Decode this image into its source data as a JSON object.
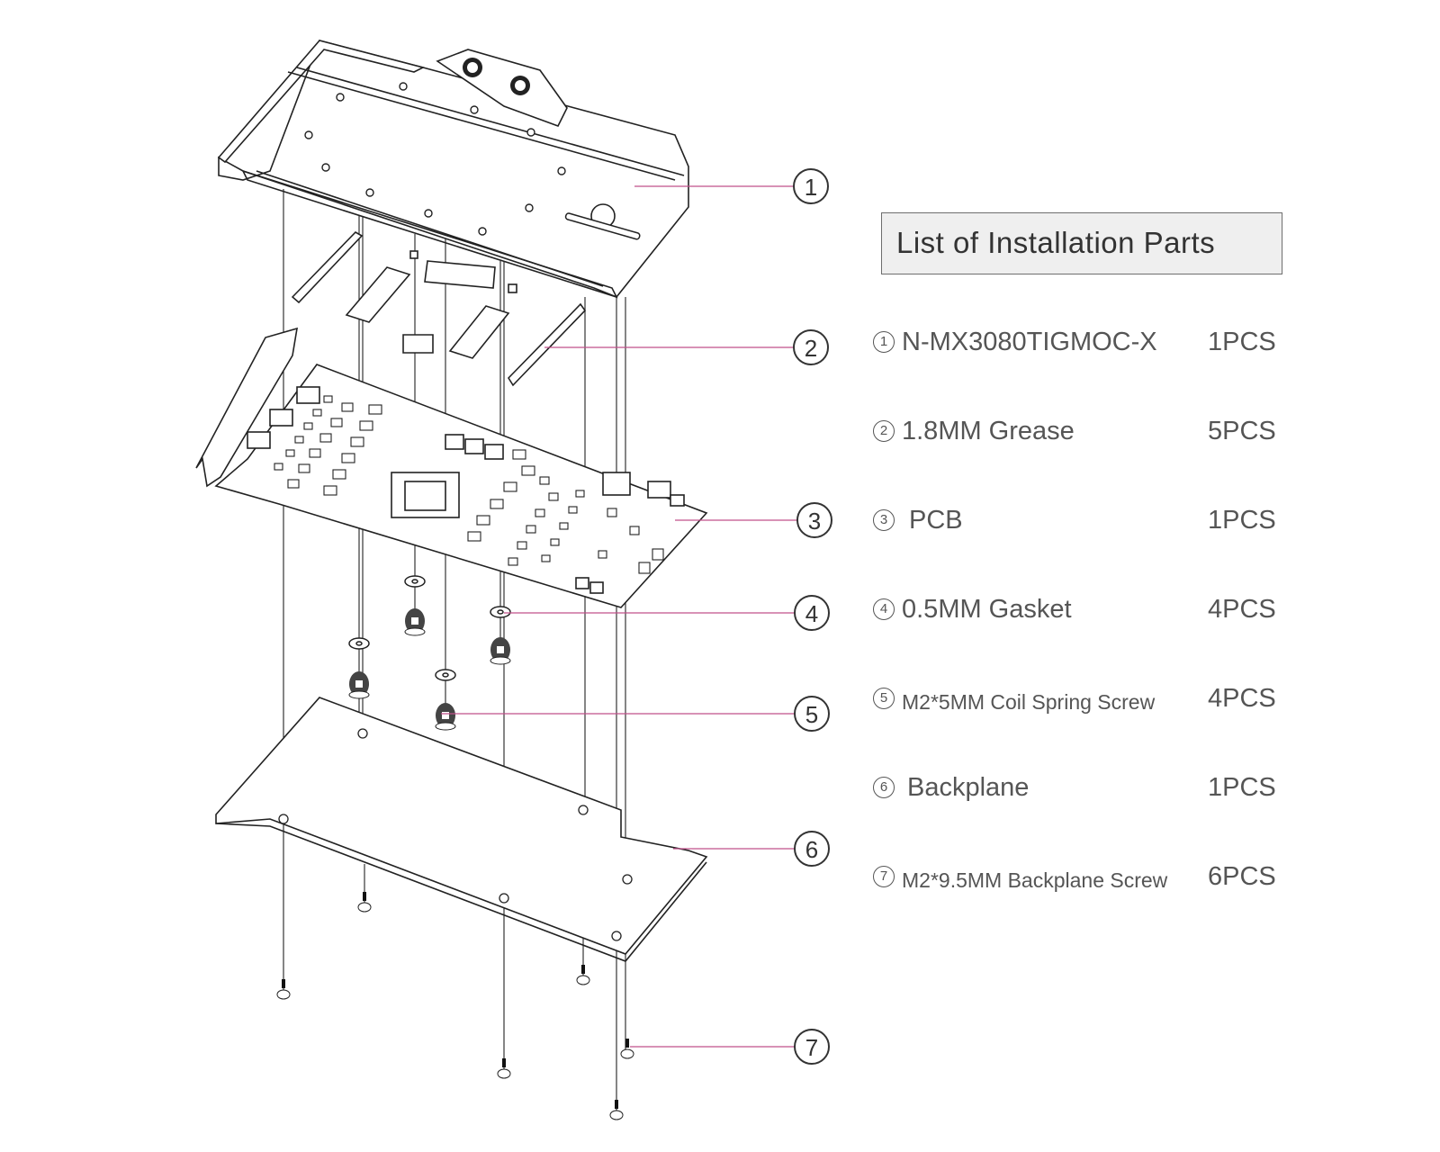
{
  "title": "List of Installation Parts",
  "callouts": [
    "1",
    "2",
    "3",
    "4",
    "5",
    "6",
    "7"
  ],
  "parts": [
    {
      "index": "1",
      "name": "N-MX3080TIGMOC-X",
      "qty": "1PCS"
    },
    {
      "index": "2",
      "name": "1.8MM Grease",
      "qty": "5PCS"
    },
    {
      "index": "3",
      "name": "PCB",
      "qty": "1PCS"
    },
    {
      "index": "4",
      "name": "0.5MM Gasket",
      "qty": "4PCS"
    },
    {
      "index": "5",
      "name": "M2*5MM Coil Spring Screw",
      "qty": "4PCS"
    },
    {
      "index": "6",
      "name": "Backplane",
      "qty": "1PCS"
    },
    {
      "index": "7",
      "name": "M2*9.5MM Backplane Screw",
      "qty": "6PCS"
    }
  ],
  "colors": {
    "leader": "#c0508a",
    "line": "#222222",
    "text": "#555555",
    "title_bg": "#efefef"
  }
}
